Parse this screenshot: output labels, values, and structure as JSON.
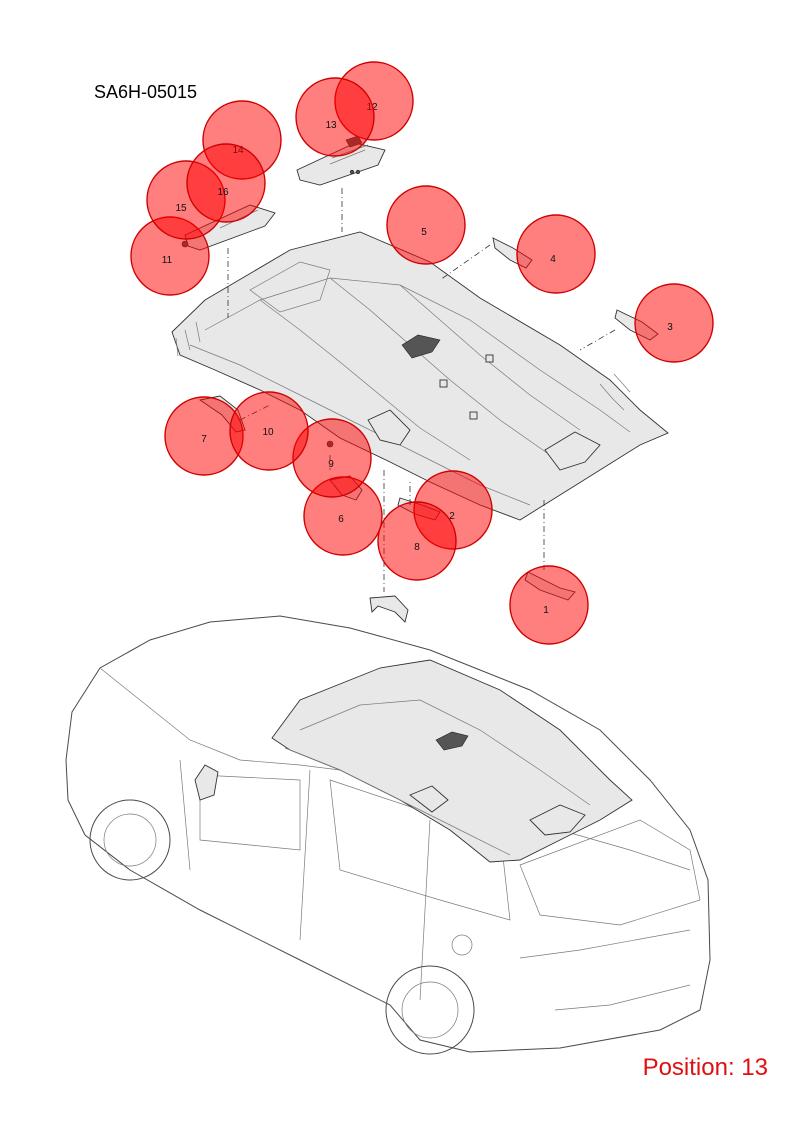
{
  "header": {
    "code": "SA6H-05015"
  },
  "footer": {
    "position_label": "Position: 13"
  },
  "colors": {
    "callout_fill": "#ff0000",
    "callout_stroke": "#d00000",
    "position_text": "#e01010"
  },
  "callouts": [
    {
      "label": "1"
    },
    {
      "label": "2"
    },
    {
      "label": "3"
    },
    {
      "label": "4"
    },
    {
      "label": "5"
    },
    {
      "label": "6"
    },
    {
      "label": "7"
    },
    {
      "label": "8"
    },
    {
      "label": "9"
    },
    {
      "label": "10"
    },
    {
      "label": "11"
    },
    {
      "label": "12"
    },
    {
      "label": "13"
    },
    {
      "label": "14"
    },
    {
      "label": "15"
    },
    {
      "label": "16"
    }
  ]
}
